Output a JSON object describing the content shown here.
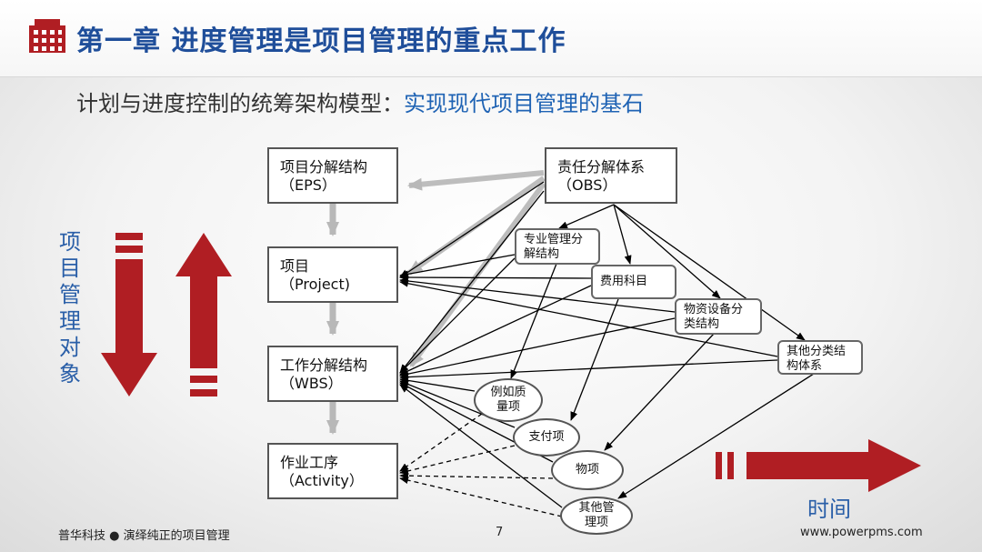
{
  "title": "第一章  进度管理是项目管理的重点工作",
  "subtitle": {
    "prefix": "计划与进度控制的统筹架构模型：",
    "highlight": "实现现代项目管理的基石"
  },
  "boxes": {
    "eps": {
      "line1": "项目分解结构",
      "line2": "（EPS）"
    },
    "project": {
      "line1": "项目",
      "line2": "（Project)"
    },
    "wbs": {
      "line1": "工作分解结构",
      "line2": "（WBS）"
    },
    "activity": {
      "line1": "作业工序",
      "line2": "（Activity）"
    },
    "obs": {
      "line1": "责任分解体系",
      "line2": "（OBS）"
    }
  },
  "small_boxes": {
    "professional": {
      "line1": "专业管理分",
      "line2": "解结构"
    },
    "cost": {
      "line1": "费用科目"
    },
    "equipment": {
      "line1": "物资设备分",
      "line2": "类结构"
    },
    "other_class": {
      "line1": "其他分类结",
      "line2": "构体系"
    }
  },
  "ellipses": {
    "quality": {
      "line1": "例如质",
      "line2": "量项"
    },
    "payment": {
      "line1": "支付项"
    },
    "material": {
      "line1": "物项"
    },
    "other_mgmt": {
      "line1": "其他管",
      "line2": "理项"
    }
  },
  "left_label": [
    "项",
    "目",
    "管",
    "理",
    "对",
    "象"
  ],
  "time_label": "时间",
  "footer": {
    "left": "普华科技 ● 演绎纯正的项目管理",
    "page": "7",
    "url": "www.powerpms.com"
  },
  "colors": {
    "title": "#1f4e9a",
    "accent_red": "#b01e23",
    "blue_text": "#2a5fa8"
  }
}
